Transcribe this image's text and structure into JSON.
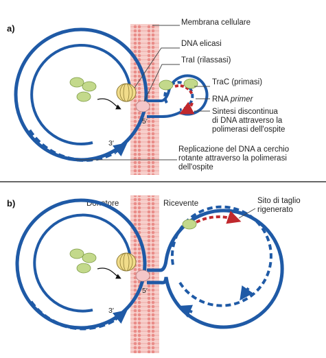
{
  "panel_a": {
    "tag": "a)",
    "labels": {
      "membrane": "Membrana cellulare",
      "helicase": "DNA elicasi",
      "relaxase": "TraI (rilassasi)",
      "primase": "TraC (primasi)",
      "rna_primer_prefix": "RNA ",
      "rna_primer_italic": "primer",
      "discontinuous_1": "Sintesi discontinua",
      "discontinuous_2": "di DNA attraverso la",
      "discontinuous_3": "polimerasi dell'ospite",
      "rolling_1": "Replicazione del DNA a cerchio",
      "rolling_2": "rotante attraverso la polimerasi",
      "rolling_3": "dell'ospite",
      "five_prime": "5′",
      "three_prime": "3′"
    }
  },
  "panel_b": {
    "tag": "b)",
    "labels": {
      "donor": "Donatore",
      "recipient": "Ricevente",
      "cut_site_1": "Sito di taglio",
      "cut_site_2": "rigenerato",
      "five_prime": "5′",
      "three_prime": "3′"
    }
  },
  "colors": {
    "dna": "#1f5aa6",
    "primer": "#c0282d",
    "membrane": "#f3b7b4",
    "protein_green": "#c3d98b",
    "helicase_yellow": "#f1dc8a",
    "relaxase_pink": "#f4c6c8"
  }
}
